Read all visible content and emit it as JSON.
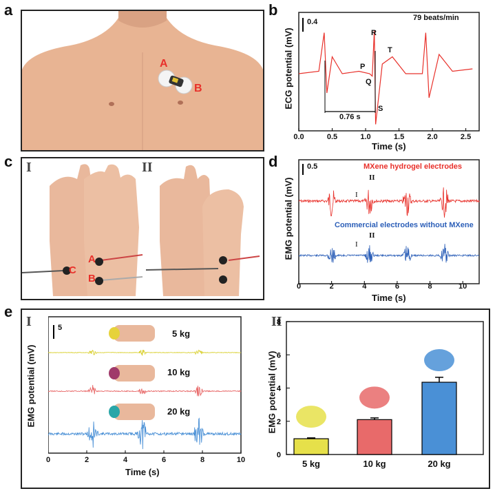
{
  "panels": {
    "a": "a",
    "b": "b",
    "c": "c",
    "d": "d",
    "e": "e"
  },
  "panel_a": {
    "electrode_a": "A",
    "electrode_b": "B"
  },
  "panel_b": {
    "scale": "0.4",
    "rate": "79 beats/min",
    "ylabel": "ECG potential (mV)",
    "xlabel": "Time (s)",
    "xticks": [
      "0.0",
      "0.5",
      "1.0",
      "1.5",
      "2.0",
      "2.5"
    ],
    "wave": {
      "P": "P",
      "Q": "Q",
      "R": "R",
      "S": "S",
      "T": "T"
    },
    "interval": "0.76 s"
  },
  "panel_c": {
    "sub1": "I",
    "sub2": "II",
    "electrode_a": "A",
    "electrode_b": "B",
    "electrode_c": "C"
  },
  "panel_d": {
    "scale": "0.5",
    "ylabel": "EMG potential (mV)",
    "xlabel": "Time (s)",
    "xticks": [
      "0",
      "2",
      "4",
      "6",
      "8",
      "10"
    ],
    "series1": "MXene hydrogel electrodes",
    "series2": "Commercial electrodes without MXene",
    "mark1": "I",
    "mark2": "II",
    "mark3": "I",
    "mark4": "II"
  },
  "panel_e1": {
    "sub": "I",
    "scale": "5",
    "ylabel": "EMG potential (mV)",
    "xlabel": "Time (s)",
    "xticks": [
      "0",
      "2",
      "4",
      "6",
      "8",
      "10"
    ],
    "loads": [
      "5 kg",
      "10 kg",
      "20 kg"
    ]
  },
  "panel_e2": {
    "sub": "II"
  },
  "colors": {
    "red": "#e8302a",
    "blue": "#2c5fb8",
    "yellow": "#e6e04a",
    "salmon": "#e86a6a",
    "lightblue": "#4a90d6"
  },
  "chart_data": [
    {
      "type": "line",
      "title": "",
      "xlabel": "Time (s)",
      "ylabel": "ECG potential (mV)",
      "xlim": [
        0,
        2.7
      ],
      "series": [
        {
          "x": [
            0.0,
            0.3,
            0.38,
            0.42,
            0.5,
            0.65,
            0.9,
            1.06,
            1.1,
            1.13,
            1.15,
            1.25,
            1.4,
            1.6,
            1.85,
            1.9,
            1.95,
            2.1,
            2.3,
            2.6
          ],
          "y": [
            0.1,
            0.15,
            0.95,
            -0.3,
            0.45,
            0.1,
            0.15,
            0.1,
            0.05,
            1.0,
            -0.95,
            0.3,
            0.45,
            0.1,
            0.1,
            0.95,
            -0.4,
            0.5,
            0.15,
            0.2
          ]
        }
      ],
      "annotations": [
        "P",
        "Q",
        "R",
        "S",
        "T",
        "0.76 s",
        "79 beats/min"
      ]
    },
    {
      "type": "line",
      "xlabel": "Time (s)",
      "ylabel": "EMG potential (mV)",
      "xlim": [
        0,
        11
      ],
      "series": [
        {
          "name": "MXene hydrogel electrodes",
          "burst_centers": [
            2.0,
            4.3,
            6.6,
            8.9
          ]
        },
        {
          "name": "Commercial electrodes without MXene",
          "burst_centers": [
            2.0,
            4.3,
            6.6,
            8.9
          ]
        }
      ]
    },
    {
      "type": "line",
      "xlabel": "Time (s)",
      "ylabel": "EMG potential (mV)",
      "xlim": [
        0,
        10
      ],
      "series": [
        {
          "name": "5 kg",
          "burst_centers": [
            2.3,
            4.9,
            7.8
          ]
        },
        {
          "name": "10 kg",
          "burst_centers": [
            2.3,
            4.9,
            7.8
          ]
        },
        {
          "name": "20 kg",
          "burst_centers": [
            2.3,
            4.9,
            7.8
          ]
        }
      ]
    },
    {
      "type": "bar",
      "categories": [
        "5 kg",
        "10 kg",
        "20 kg"
      ],
      "values": [
        0.95,
        2.1,
        4.35
      ],
      "errors": [
        0.05,
        0.1,
        0.3
      ],
      "ylabel": "EMG potential (mV)",
      "ylim": [
        0,
        8
      ],
      "yticks": [
        "0",
        "2",
        "4",
        "6",
        "8"
      ]
    }
  ]
}
